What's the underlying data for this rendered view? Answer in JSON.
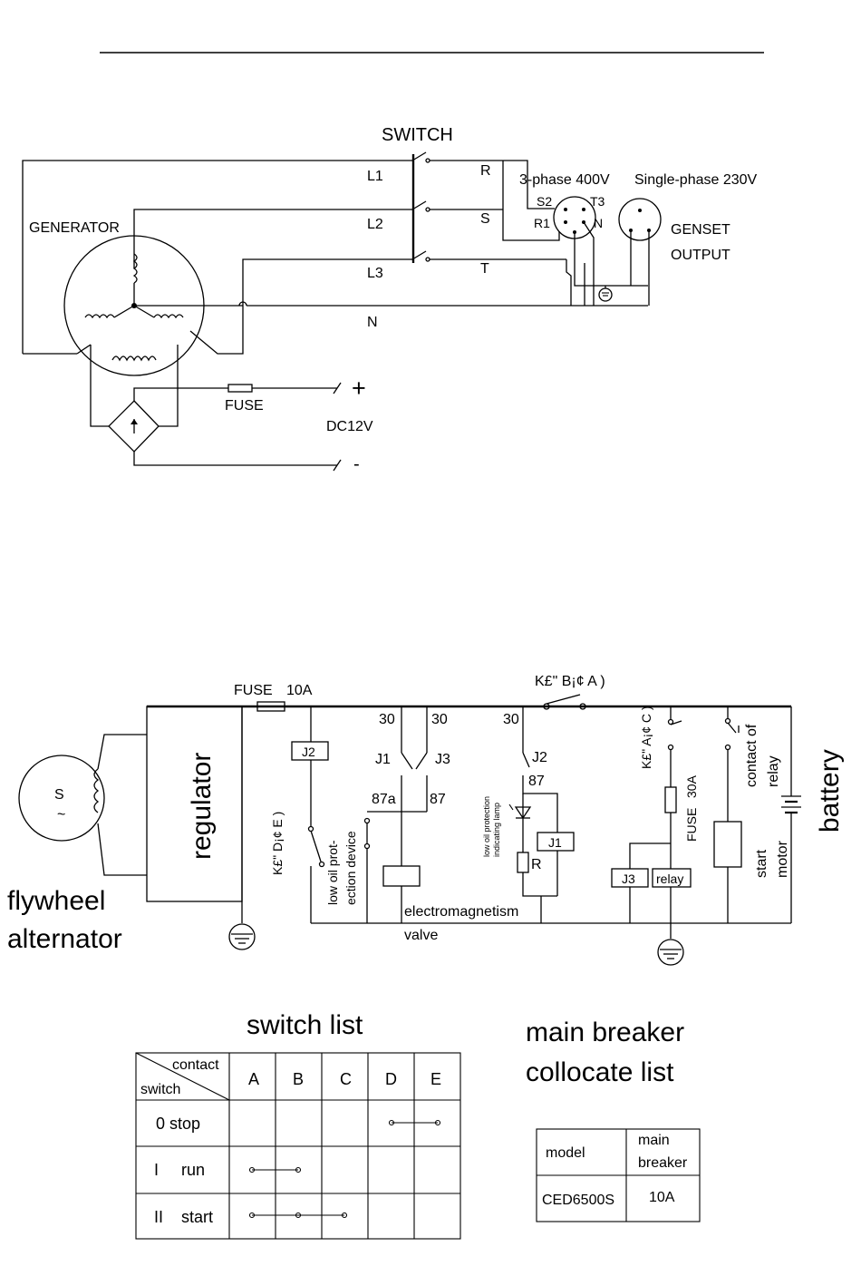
{
  "top_diagram": {
    "switch_label": "SWITCH",
    "generator_label": "GENERATOR",
    "line_labels": [
      "L1",
      "L2",
      "L3"
    ],
    "neutral_label": "N",
    "phase_labels": [
      "R",
      "S",
      "T"
    ],
    "three_phase_label": "3-phase  400V",
    "single_phase_label": "Single-phase  230V",
    "socket_pins": [
      "S2",
      "T3",
      "R1",
      "N"
    ],
    "genset_output_line1": "GENSET",
    "genset_output_line2": "OUTPUT",
    "fuse_label": "FUSE",
    "dc_label": "DC12V",
    "plus": "+",
    "minus": "-"
  },
  "bottom_diagram": {
    "fuse_label": "FUSE",
    "fuse_rating": "10A",
    "key_b": "K£\" B¡¢ A )",
    "key_a": "K£\" A¡¢ C )",
    "key_d": "K£\" D¡¢ E )",
    "terminal_30a": "30",
    "terminal_30b": "30",
    "terminal_30c": "30",
    "j1": "J1",
    "j2": "J2",
    "j3": "J3",
    "j1_box": "J1",
    "j2_box": "J2",
    "j2_contact": "J2",
    "t87a": "87a",
    "t87": "87",
    "t87b": "87",
    "fuse2_label": "FUSE",
    "fuse2_rating": "30A",
    "contact_relay_line1": "contact of",
    "contact_relay_line2": "relay",
    "battery": "battery",
    "start_line1": "start",
    "start_line2": "motor",
    "relay": "relay",
    "j3_box": "J3",
    "regulator": "regulator",
    "flywheel_line1": "flywheel",
    "flywheel_line2": "alternator",
    "s_label": "S",
    "tilde": "~",
    "low_oil_line1": "low oil prot-",
    "low_oil_line2": "ection device",
    "lamp_line1": "low oil protection",
    "lamp_line2": "indicating lamp",
    "r_label": "R",
    "electro_line1": "electromagnetism",
    "electro_line2": "valve"
  },
  "switch_list": {
    "title": "switch list",
    "header_contact": "contact",
    "header_switch": "switch",
    "columns": [
      "A",
      "B",
      "C",
      "D",
      "E"
    ],
    "rows": [
      {
        "label": "0 stop",
        "contacts": [
          "D",
          "E"
        ]
      },
      {
        "label": "I     run",
        "contacts": [
          "A",
          "B"
        ]
      },
      {
        "label": "II    start",
        "contacts": [
          "A",
          "B",
          "C"
        ]
      }
    ]
  },
  "breaker_list": {
    "title_line1": "main breaker",
    "title_line2": "collocate list",
    "header_model": "model",
    "header_breaker_line1": "main",
    "header_breaker_line2": "breaker",
    "model": "CED6500S",
    "breaker": "10A"
  }
}
